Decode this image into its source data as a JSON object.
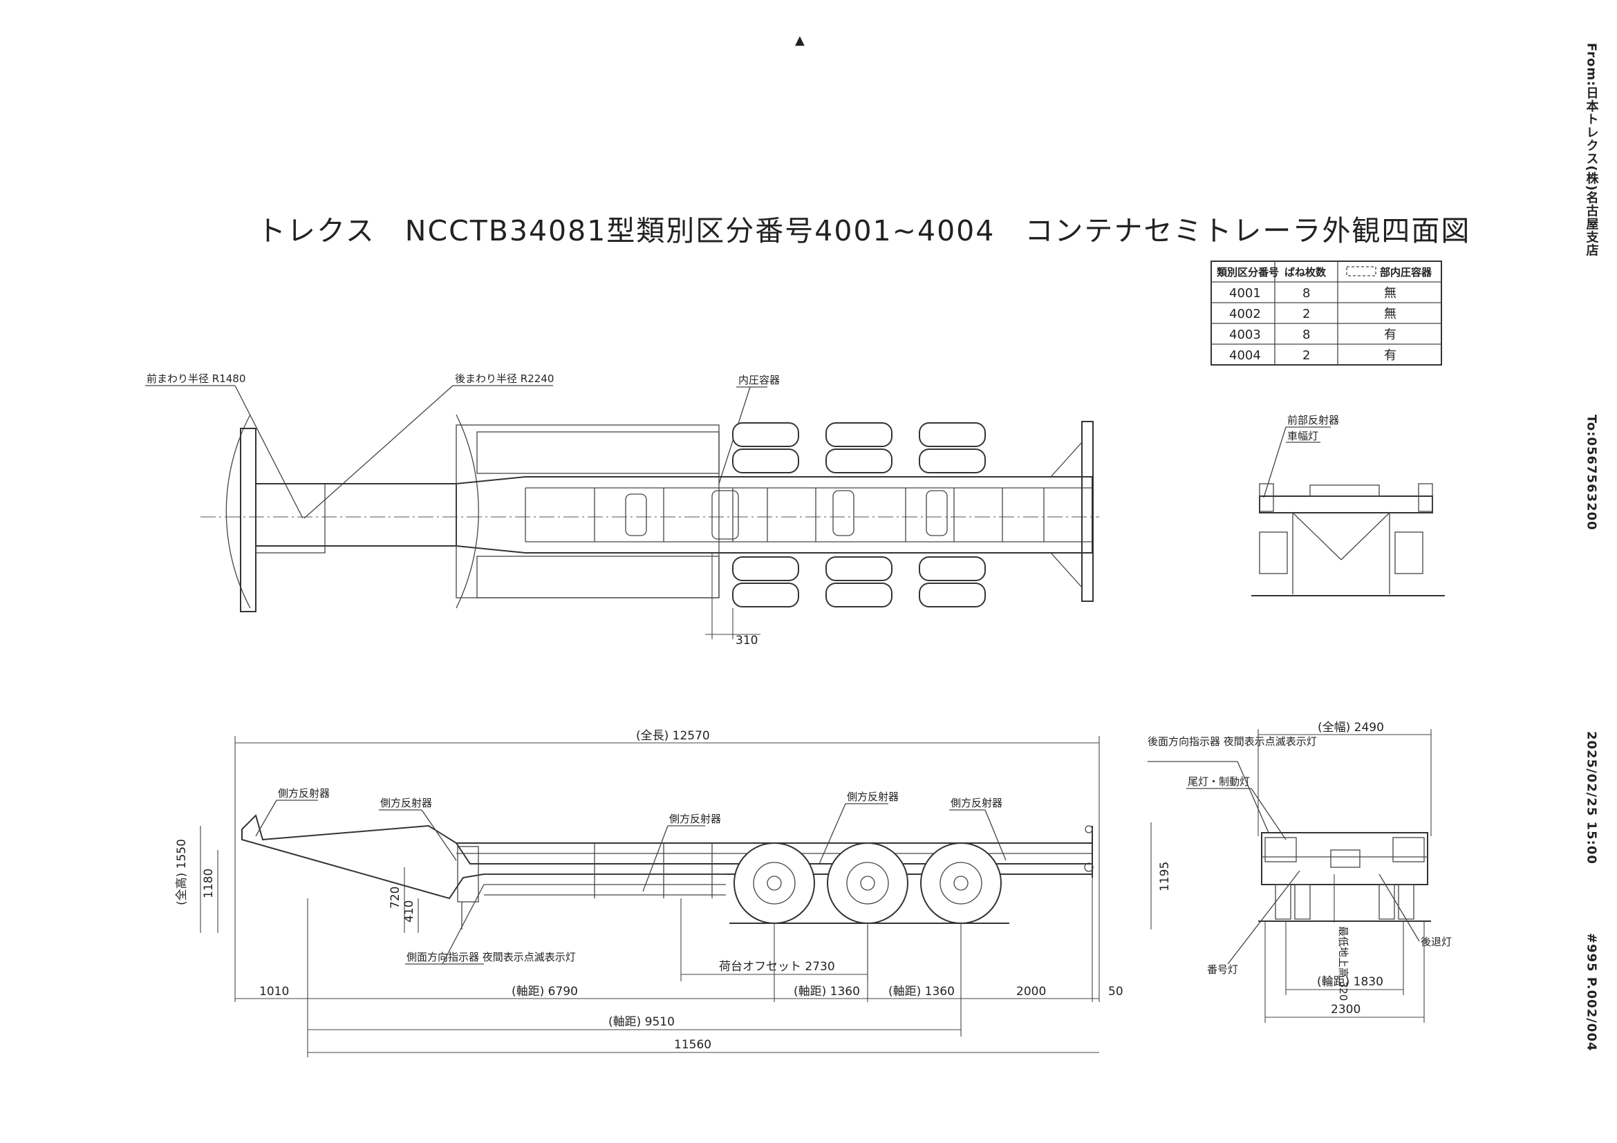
{
  "header": {
    "from": "From:日本トレクス(株)名古屋支店",
    "to": "To:0567563200",
    "datetime": "2025/02/25 15:00",
    "page": "#995 P.002/004"
  },
  "title": "トレクス　NCCTB34081型類別区分番号4001~4004　コンテナセミトレーラ外観四面図",
  "spec_table": {
    "headers": [
      "類別区分番号",
      "ばね枚数",
      "部内圧容器"
    ],
    "rows": [
      [
        "4001",
        "8",
        "無"
      ],
      [
        "4002",
        "2",
        "無"
      ],
      [
        "4003",
        "8",
        "有"
      ],
      [
        "4004",
        "2",
        "有"
      ]
    ]
  },
  "plan_view": {
    "label_front_radius": "前まわり半径 R1480",
    "label_rear_radius": "後まわり半径 R2240",
    "label_pressure_vessel": "内圧容器",
    "dim_310": "310"
  },
  "front_view": {
    "label_reflector": "前部反射器",
    "label_lamp": "車幅灯"
  },
  "side_view": {
    "overall_length": "(全長) 12570",
    "overall_height": "(全高) 1550",
    "dim_1180": "1180",
    "dim_720": "720",
    "dim_410": "410",
    "dim_1195": "1195",
    "labels_reflector": [
      "側方反射器",
      "側方反射器",
      "側方反射器",
      "側方反射器",
      "側方反射器"
    ],
    "label_side_lamp": "側面方向指示器 夜間表示点滅表示灯",
    "fifth_wheel_offset": "荷台オフセット 2730",
    "wheelbase_6790": "(軸距) 6790",
    "axle_1360_a": "(軸距) 1360",
    "axle_1360_b": "(軸距) 1360",
    "dim_2000": "2000",
    "dim_1010": "1010",
    "dim_50": "50",
    "wheelbase_9510": "(軸距) 9510",
    "dim_11560": "11560"
  },
  "rear_view": {
    "overall_width": "(全幅) 2490",
    "label_turn_signal": "後面方向指示器 夜間表示点滅表示灯",
    "label_tail_lamp": "尾灯・制動灯",
    "label_plate_lamp": "番号灯",
    "label_backup_lamp": "後退灯",
    "label_height_320": "最低地上高 320",
    "track_1830": "(輪距) 1830",
    "width_2300": "2300"
  },
  "top_marker": "▲"
}
